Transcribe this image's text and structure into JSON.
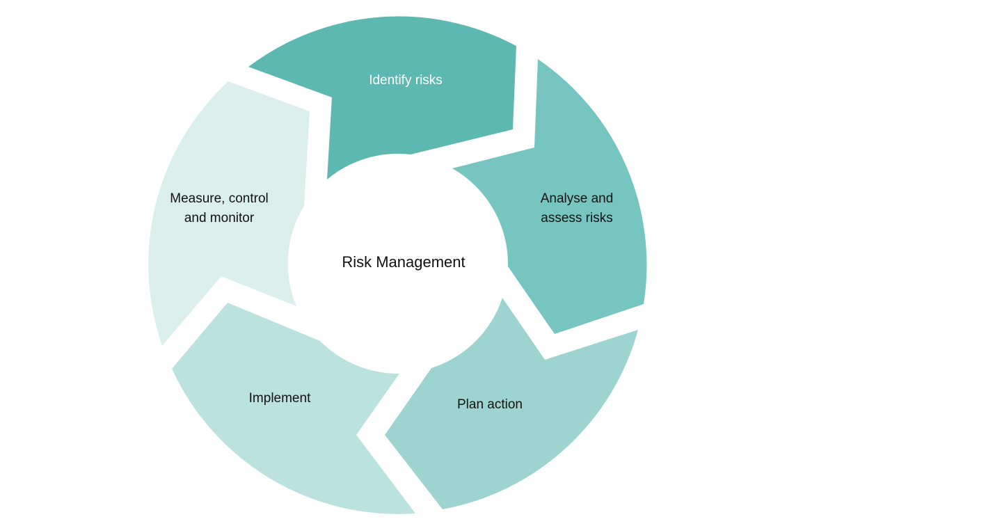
{
  "title": "Risk Management",
  "segments": [
    {
      "label": "Identify risks",
      "color": "#5db8b1",
      "text_color": "#ffffff"
    },
    {
      "label_line1": "Analyse and",
      "label_line2": "assess risks",
      "color": "#76c5c1",
      "text_color": "#111111"
    },
    {
      "label": "Plan action",
      "color": "#9dd4d0",
      "text_color": "#111111"
    },
    {
      "label": "Implement",
      "color": "#bce2e0",
      "text_color": "#111111"
    },
    {
      "label_line1": "Measure, control",
      "label_line2": "and monitor",
      "color": "#daeeec",
      "text_color": "#111111"
    }
  ]
}
